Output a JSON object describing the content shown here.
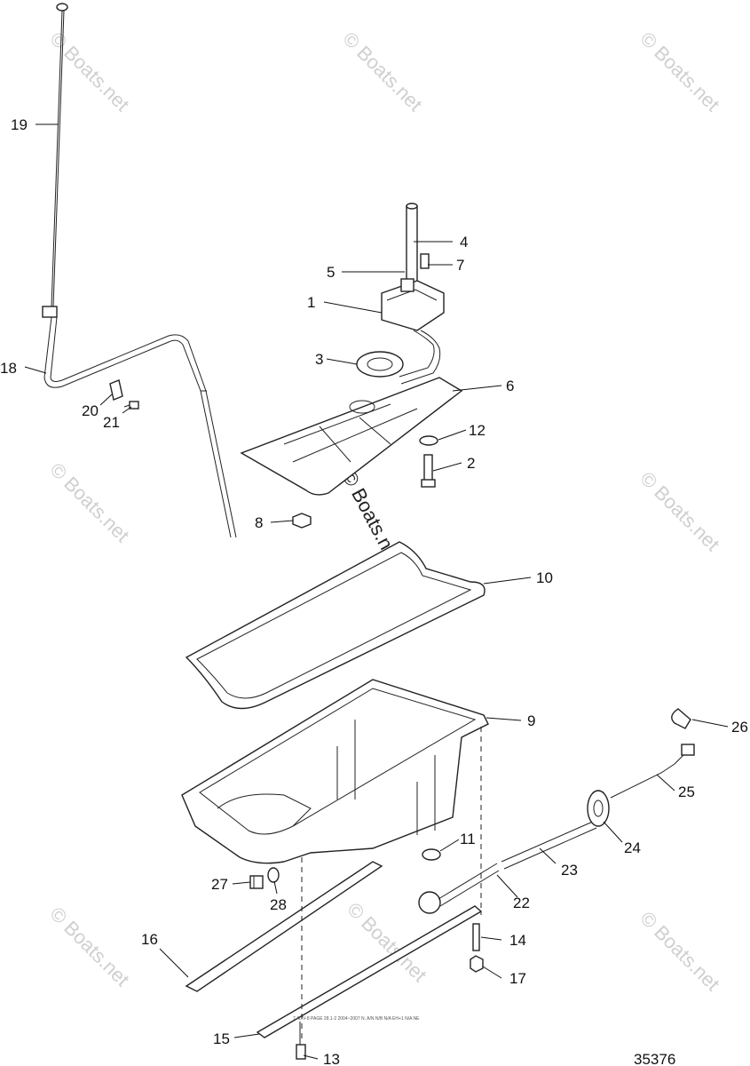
{
  "watermark": "© Boats.net",
  "diagram_code": "35376",
  "fine_print": "7.4L/V-8  PAGE 28.1-2 2004~2007 N. A/N  N/B N/A  EH+1 N/A  NE",
  "callouts": {
    "p1": "1",
    "p2": "2",
    "p3": "3",
    "p4": "4",
    "p5": "5",
    "p6": "6",
    "p7": "7",
    "p8": "8",
    "p9": "9",
    "p10": "10",
    "p11": "11",
    "p12": "12",
    "p13": "13",
    "p14": "14",
    "p15": "15",
    "p16": "16",
    "p17": "17",
    "p18": "18",
    "p19": "19",
    "p20": "20",
    "p21": "21",
    "p22": "22",
    "p23": "23",
    "p24": "24",
    "p25": "25",
    "p26": "26",
    "p27": "27",
    "p28": "28"
  }
}
